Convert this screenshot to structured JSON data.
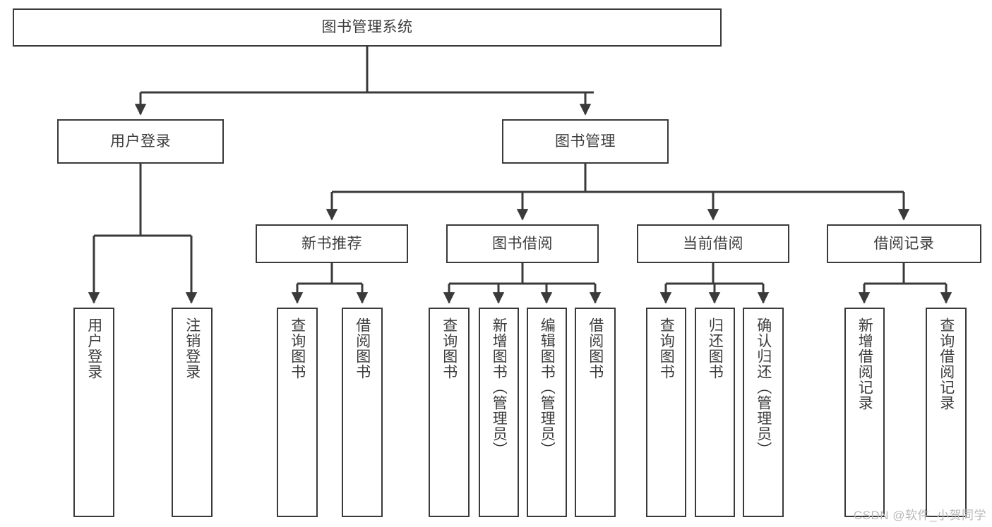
{
  "diagram": {
    "type": "tree-hierarchy",
    "title": "图书管理系统",
    "watermark": "CSDN @软件_小贺同学",
    "colors": {
      "box_border": "#3a3a3a",
      "box_fill": "#ffffff",
      "edge": "#3a3a3a",
      "text": "#3c3c3c",
      "watermark": "#b9b9b9"
    },
    "levels": {
      "root": "图书管理系统",
      "level2": [
        "用户登录",
        "图书管理"
      ],
      "level3": [
        "新书推荐",
        "图书借阅",
        "当前借阅",
        "借阅记录"
      ]
    },
    "nodes": {
      "root": {
        "label": "图书管理系统"
      },
      "user_login": {
        "label": "用户登录"
      },
      "book_manage": {
        "label": "图书管理"
      },
      "new_book_rec": {
        "label": "新书推荐"
      },
      "book_borrow": {
        "label": "图书借阅"
      },
      "current_borrow": {
        "label": "当前借阅"
      },
      "borrow_record": {
        "label": "借阅记录"
      },
      "leaf_user_login": {
        "label": "用户登录"
      },
      "leaf_logout": {
        "label": "注销登录"
      },
      "leaf_query_book_1": {
        "label": "查询图书"
      },
      "leaf_borrow_book_1": {
        "label": "借阅图书"
      },
      "leaf_query_book_2": {
        "label": "查询图书"
      },
      "leaf_add_book": {
        "label": "新增图书（管理员）"
      },
      "leaf_edit_book": {
        "label": "编辑图书（管理员）"
      },
      "leaf_borrow_book_2": {
        "label": "借阅图书"
      },
      "leaf_query_book_3": {
        "label": "查询图书"
      },
      "leaf_return_book": {
        "label": "归还图书"
      },
      "leaf_confirm_return": {
        "label": "确认归还（管理员）"
      },
      "leaf_add_record": {
        "label": "新增借阅记录"
      },
      "leaf_query_record": {
        "label": "查询借阅记录"
      }
    }
  }
}
